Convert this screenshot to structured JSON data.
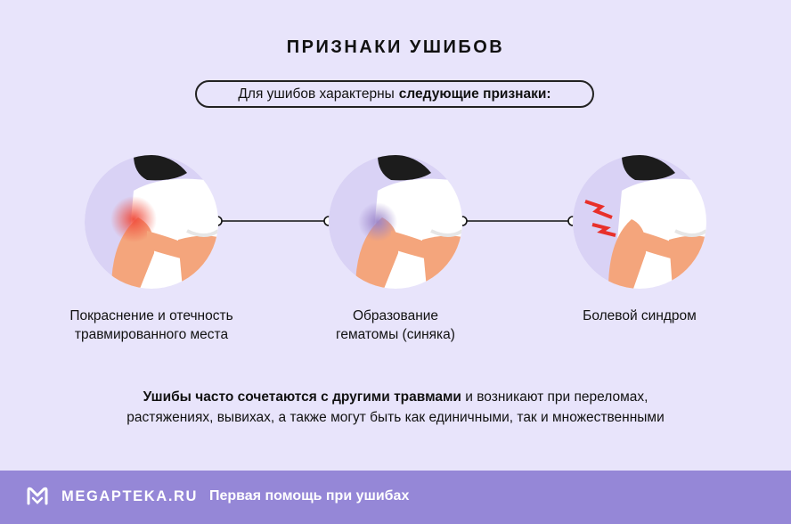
{
  "header": {
    "title": "ПРИЗНАКИ УШИБОВ",
    "subtitle_prefix": "Для ушибов характерны",
    "subtitle_bold": "следующие признаки:"
  },
  "signs": [
    {
      "line1": "Покраснение и отечность",
      "line2": "травмированного места"
    },
    {
      "line1": "Образование",
      "line2": "гематомы (синяка)"
    },
    {
      "line1": "Болевой синдром",
      "line2": ""
    }
  ],
  "note": {
    "bold": "Ушибы часто сочетаются с другими травмами",
    "rest_line1": "и возникают при переломах,",
    "line2": "растяжениях, вывихах, а также могут быть как единичными, так и множественными"
  },
  "footer": {
    "brand": "MEGAPTEKA.RU",
    "text": "Первая помощь при ушибах"
  },
  "colors": {
    "background": "#e8e4fb",
    "footer": "#9587d7",
    "redness": "#f04a3a",
    "bruise": "#a58fd0",
    "pain": "#e8302a"
  }
}
